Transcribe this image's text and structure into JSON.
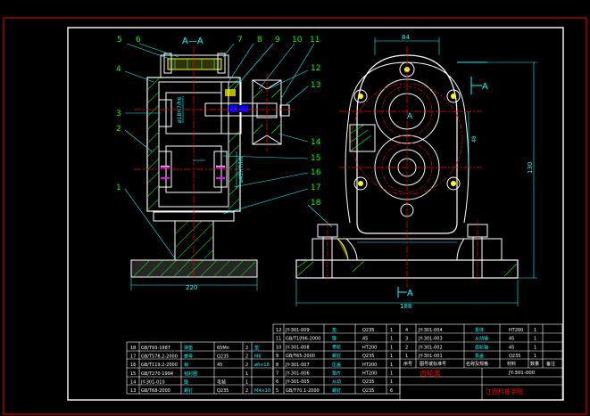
{
  "drawing": {
    "section_label": "A—A",
    "view_marker": "A",
    "section_marker_top": "A",
    "section_marker_bottom": "A",
    "callouts_left": [
      "5",
      "6",
      "7",
      "8",
      "9",
      "10",
      "11",
      "4",
      "3",
      "2",
      "1"
    ],
    "callouts_right": [
      "12",
      "13",
      "14",
      "15",
      "16",
      "17",
      "18"
    ],
    "dims": {
      "base_width": "220",
      "side_width": "188",
      "top_width": "84",
      "height": "130",
      "shaft_dim": "ø18H7/h6",
      "gear_dim": "ø42H7/h6",
      "center_dist": "48"
    }
  },
  "parts_left": [
    {
      "no": "18",
      "code": "GB/T93-1987",
      "name": "弹垫",
      "qty": "",
      "mat": "65Mn",
      "n": "2",
      "note": "垫"
    },
    {
      "no": "17",
      "code": "GB/T578.2-2000",
      "name": "螺母",
      "qty": "",
      "mat": "Q235",
      "n": "2",
      "note": "M6"
    },
    {
      "no": "16",
      "code": "GB/T119.2-2000",
      "name": "销",
      "qty": "",
      "mat": "45",
      "n": "2",
      "note": "ø6×18"
    },
    {
      "no": "15",
      "code": "GB/T270-1994",
      "name": "毡封圈",
      "qty": "",
      "mat": "",
      "n": "1",
      "note": ""
    },
    {
      "no": "14",
      "code": "JY-301-010",
      "name": "键",
      "qty": "",
      "mat": "毛毡",
      "n": "1",
      "note": ""
    },
    {
      "no": "13",
      "code": "GB/T68-2000",
      "name": "螺钉",
      "qty": "",
      "mat": "Q235",
      "n": "2",
      "note": "M4×10"
    }
  ],
  "parts_mid": [
    {
      "no": "12",
      "code": "JY-301-009",
      "name": "垫",
      "mat": "Q235",
      "n": "1"
    },
    {
      "no": "11",
      "code": "GB/T1096-2000",
      "name": "键",
      "mat": "45",
      "n": "1"
    },
    {
      "no": "10",
      "code": "JY-301-008",
      "name": "带轮",
      "mat": "HT200",
      "n": "1"
    },
    {
      "no": "9",
      "code": "GB/T65-2000",
      "name": "螺钉",
      "mat": "Q235",
      "n": "1"
    },
    {
      "no": "8",
      "code": "JY-301-007",
      "name": "压盖",
      "mat": "HT200",
      "n": "1"
    },
    {
      "no": "7",
      "code": "JY-301-006",
      "name": "垫片",
      "mat": "HT200",
      "n": "1"
    },
    {
      "no": "6",
      "code": "JY-301-005",
      "name": "从动",
      "mat": "Q235",
      "n": "1"
    },
    {
      "no": "5",
      "code": "GB/T70.1-2000",
      "name": "螺钉",
      "mat": "Q235",
      "n": "6"
    }
  ],
  "parts_right": [
    {
      "no": "4",
      "code": "JY-301-004",
      "name": "泵体",
      "mat": "HT200",
      "n": "1"
    },
    {
      "no": "3",
      "code": "JY-301-003",
      "name": "从动轴",
      "mat": "45",
      "n": "1"
    },
    {
      "no": "2",
      "code": "JY-301-002",
      "name": "齿轮轴",
      "mat": "45",
      "n": "1"
    },
    {
      "no": "1",
      "code": "JY-301-001",
      "name": "泵盖",
      "mat": "Q235",
      "n": "1"
    }
  ],
  "header_row": [
    "序号",
    "图号或标准号",
    "名称及规格",
    "材料",
    "数量",
    "备注"
  ],
  "title_block": {
    "drawing_name": "齿轮泵",
    "drawing_no": "JY-301-000",
    "school": "江西科技学院"
  }
}
